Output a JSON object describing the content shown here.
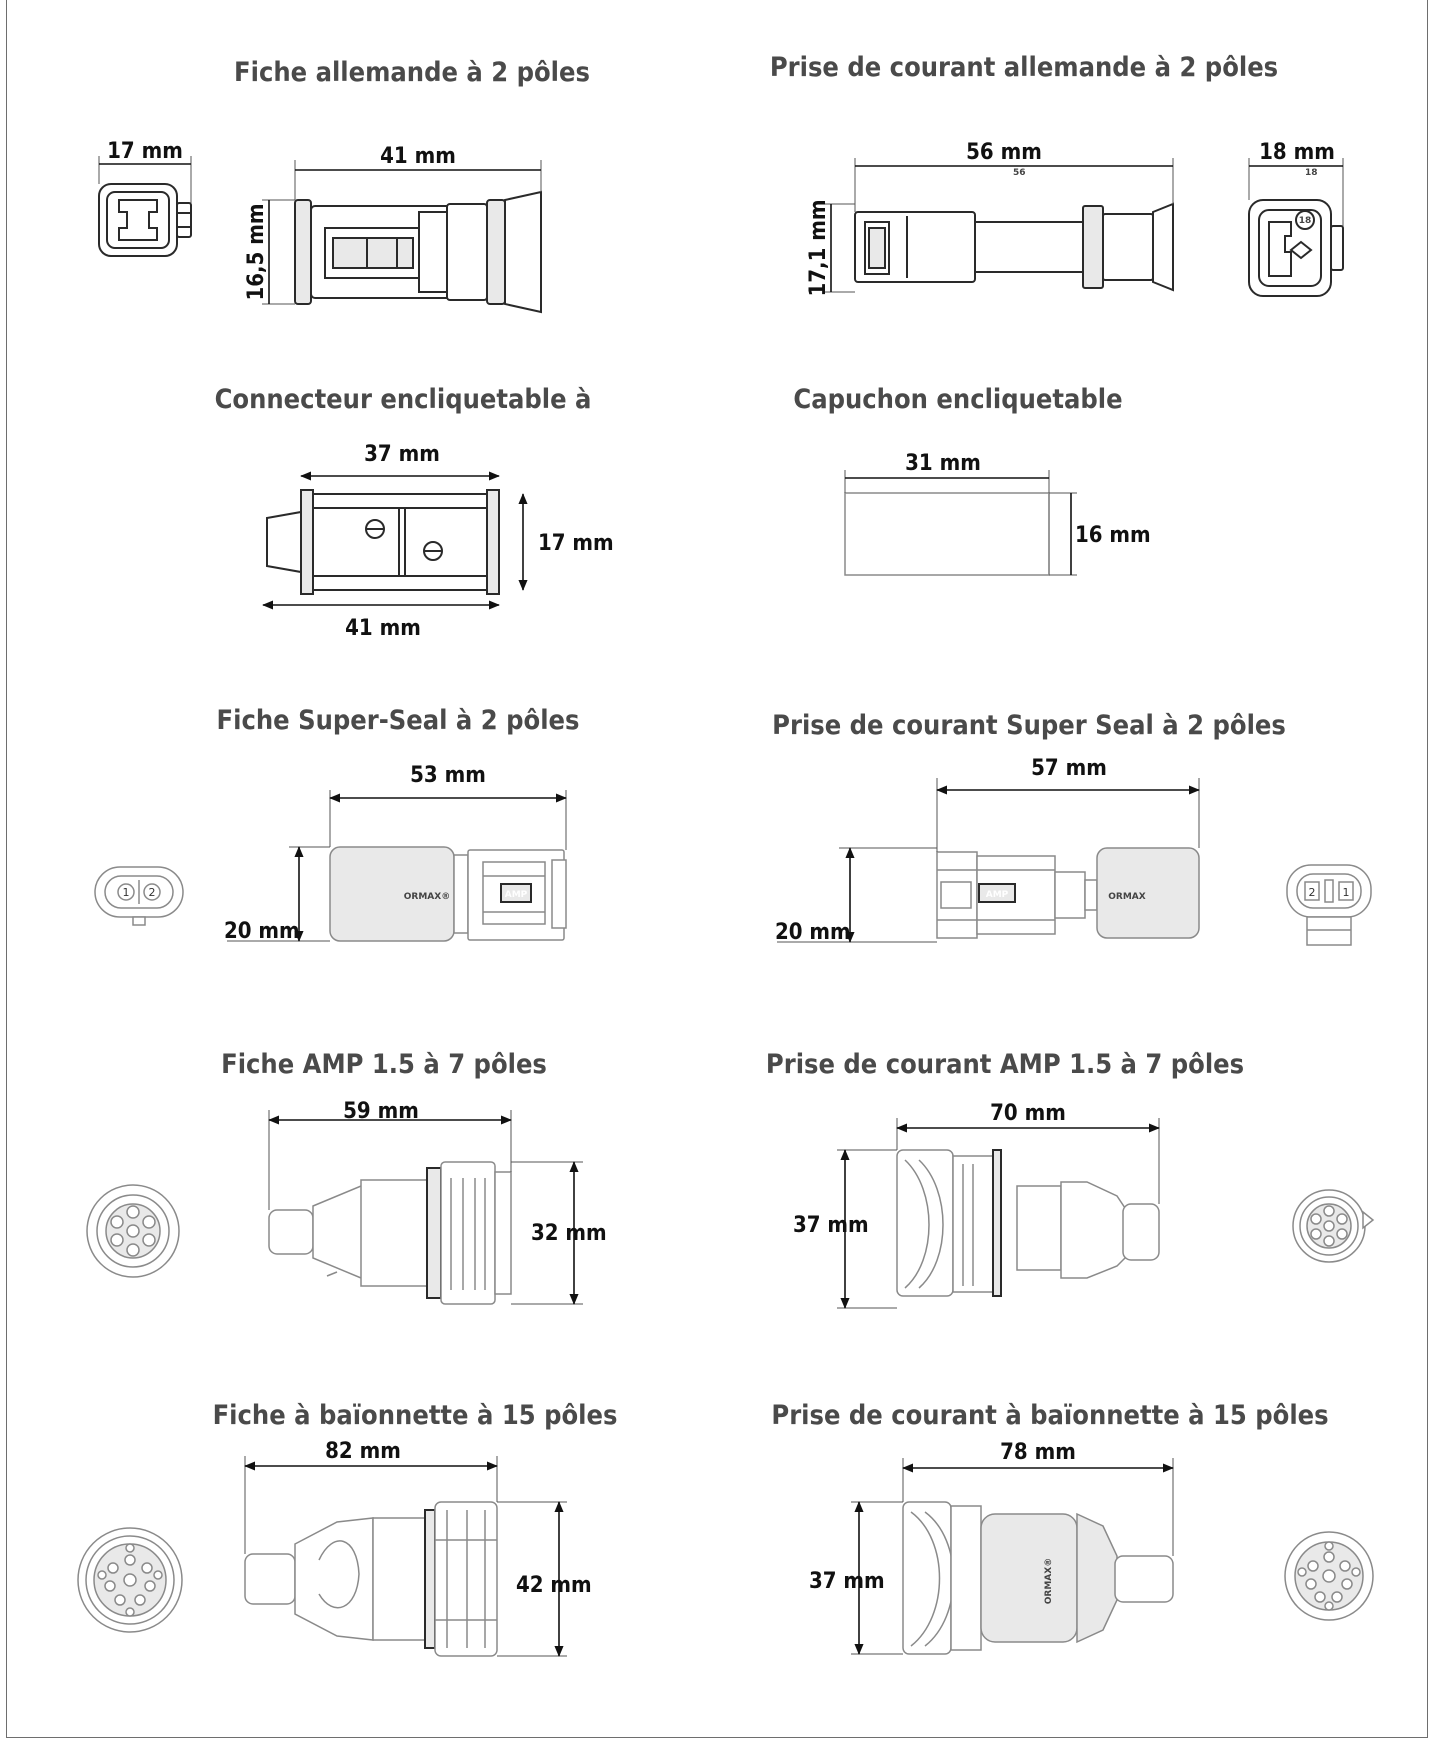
{
  "items": [
    {
      "title": "Fiche allemande à 2 pôles",
      "dims": {
        "front_width": "17 mm",
        "length": "41 mm",
        "height": "16,5 mm"
      }
    },
    {
      "title": "Prise de courant allemande à 2 pôles",
      "dims": {
        "length": "56 mm",
        "front_width": "18 mm",
        "height": "17,1 mm"
      },
      "small_labels": {
        "under_length": "56",
        "under_front": "18"
      }
    },
    {
      "title": "Connecteur encliquetable à",
      "dims": {
        "top": "37 mm",
        "height": "17 mm",
        "bottom": "41 mm"
      }
    },
    {
      "title": "Capuchon encliquetable",
      "dims": {
        "length": "31 mm",
        "height": "16 mm"
      }
    },
    {
      "title": "Fiche Super-Seal à 2 pôles",
      "dims": {
        "length": "53 mm",
        "height": "20 mm"
      },
      "brand_mark": "ORMAX®",
      "amp_mark": "AMP",
      "pins": [
        "1",
        "2"
      ]
    },
    {
      "title": "Prise de courant Super Seal à 2 pôles",
      "dims": {
        "length": "57 mm",
        "height": "20 mm"
      },
      "brand_mark": "ORMAX",
      "amp_mark": "AMP",
      "pins": [
        "2",
        "1"
      ]
    },
    {
      "title": "Fiche AMP 1.5 à 7 pôles",
      "dims": {
        "length": "59 mm",
        "height": "32 mm"
      }
    },
    {
      "title": "Prise de courant AMP 1.5 à 7 pôles",
      "dims": {
        "length": "70 mm",
        "height": "37 mm"
      }
    },
    {
      "title": "Fiche à baïonnette à 15 pôles",
      "dims": {
        "length": "82 mm",
        "height": "42 mm"
      }
    },
    {
      "title": "Prise de courant à baïonnette à 15 pôles",
      "dims": {
        "length": "78 mm",
        "height": "37 mm"
      },
      "brand_mark": "ORMAX®"
    }
  ]
}
